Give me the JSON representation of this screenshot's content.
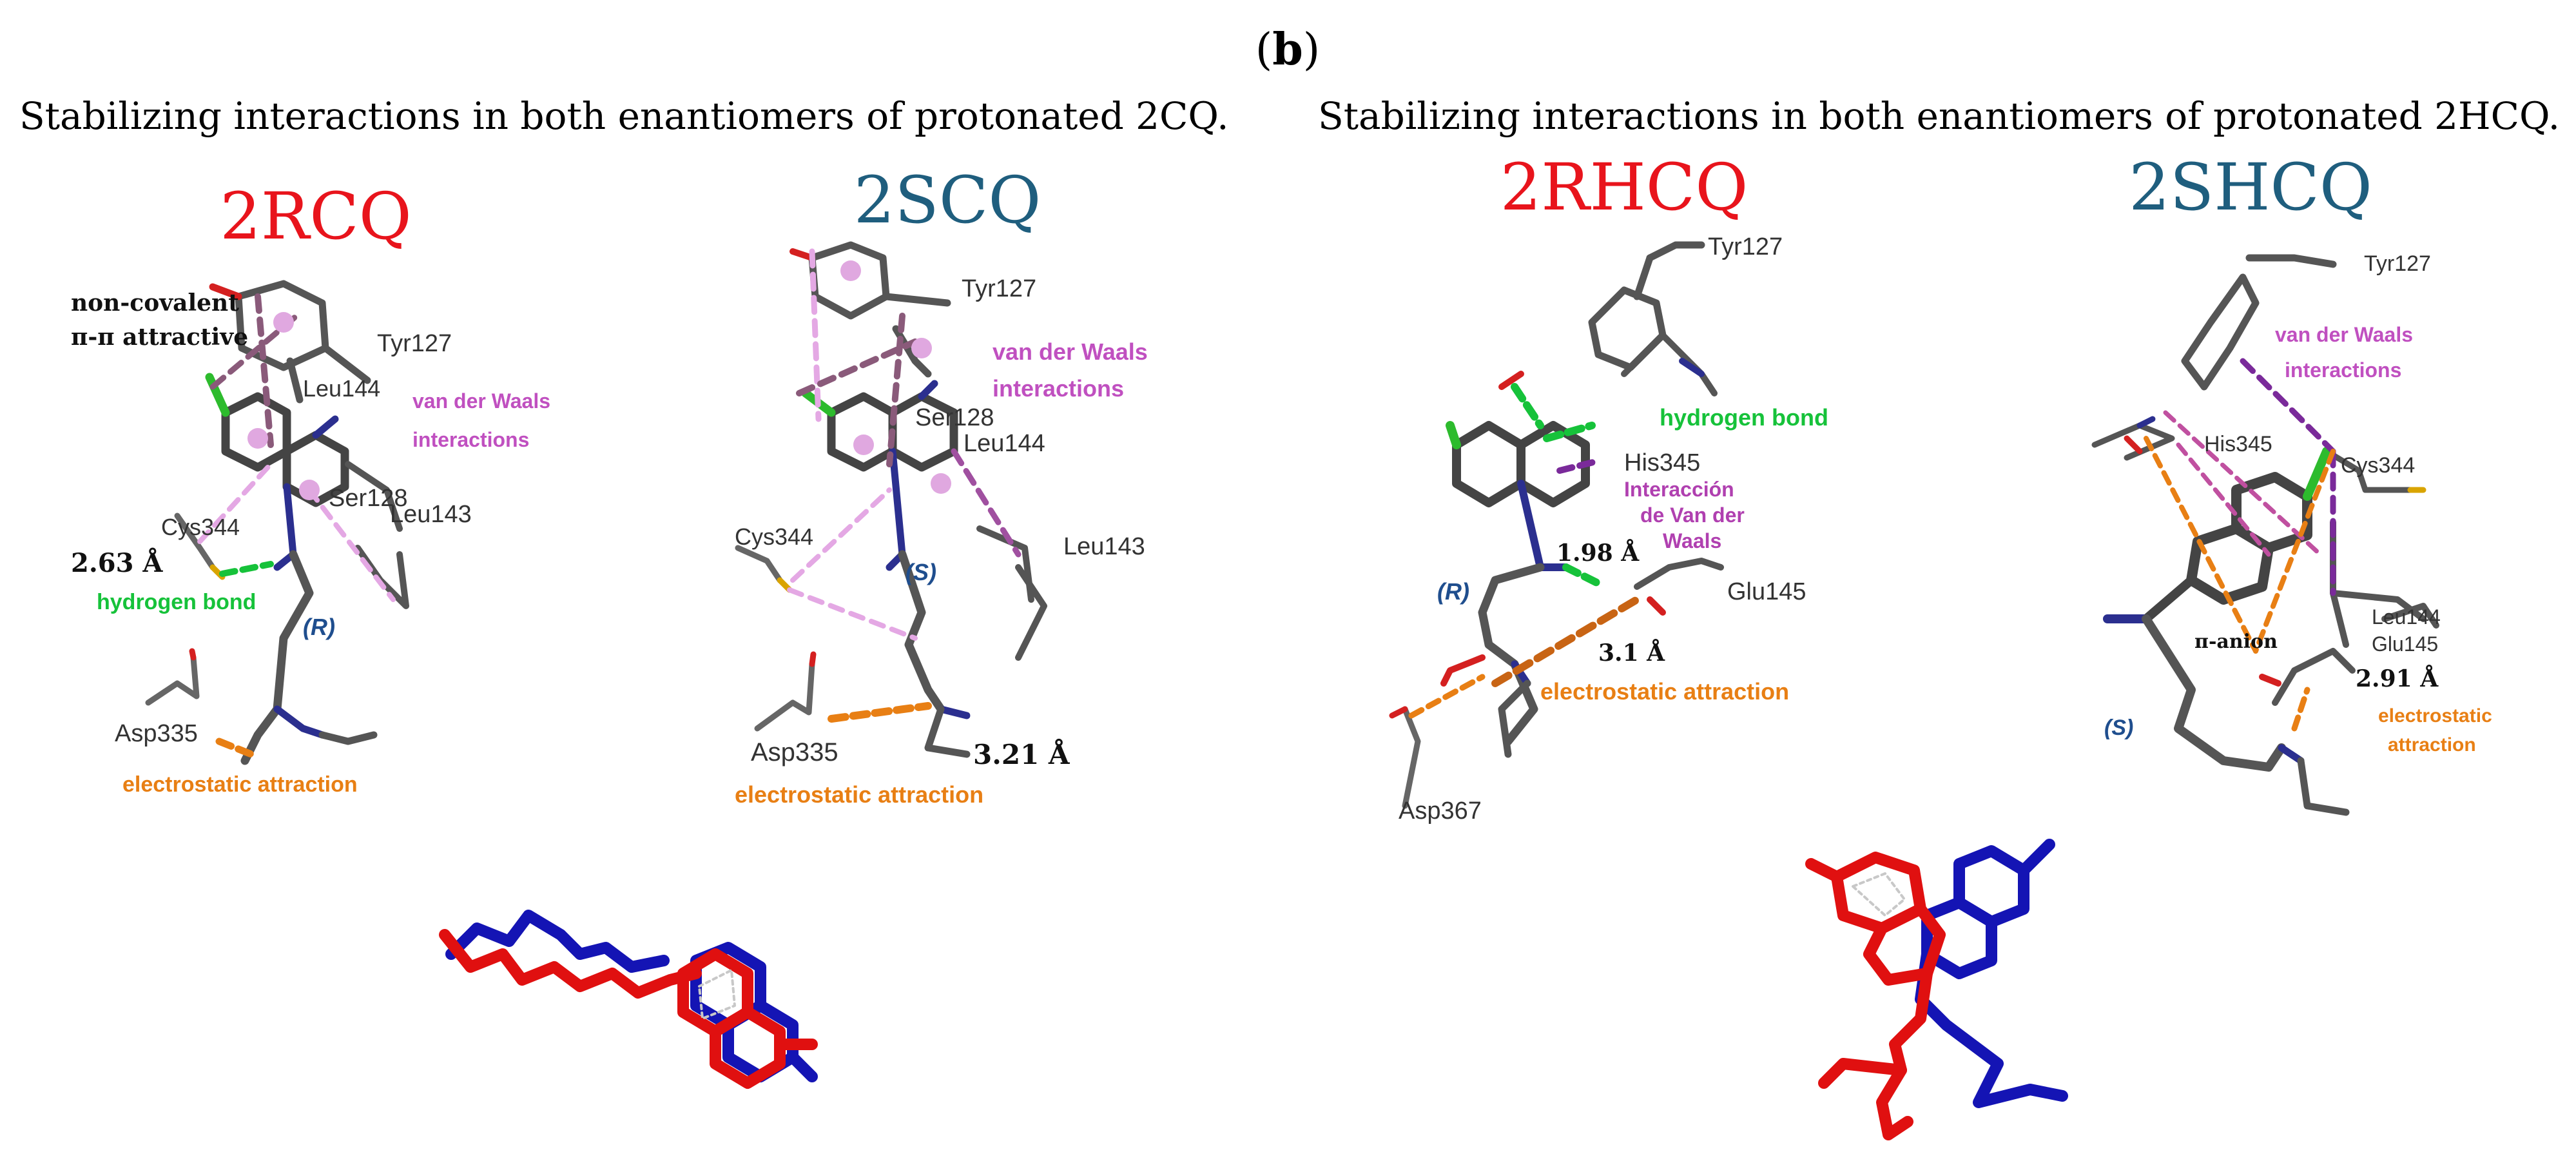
{
  "figure": {
    "panel_label": "b",
    "left_heading": "Stabilizing interactions in both enantiomers of protonated 2CQ.",
    "right_heading": "Stabilizing interactions in both enantiomers of protonated 2HCQ."
  },
  "colors": {
    "r_enantiomer": "#e8141c",
    "s_enantiomer": "#1f5e7e",
    "carbon": "#4a4a4a",
    "nitrogen": "#2b2f8f",
    "oxygen": "#d42020",
    "chlorine": "#2dbb2d",
    "sulfur": "#d9a400",
    "hydrogen_bond": "#16c23a",
    "van_der_waals": "#c050c0",
    "van_der_waals_light": "#e4a8e4",
    "pi_pi": "#8a5a7a",
    "electrostatic": "#e87f14",
    "overlay_red": "#e01010",
    "overlay_blue": "#1414b4"
  },
  "panels": {
    "rcq": {
      "title": "2RCQ",
      "labels": {
        "non_covalent_1": "non-covalent",
        "non_covalent_2": "π-π attractive",
        "tyr127": "Tyr127",
        "leu144": "Leu144",
        "vdw_1": "van der Waals",
        "vdw_2": "interactions",
        "ser128": "Ser128",
        "leu143": "Leu143",
        "cys344": "Cys344",
        "distance": "2.63 Å",
        "hbond": "hydrogen bond",
        "stereo": "(R)",
        "asp335": "Asp335",
        "electrostatic": "electrostatic attraction"
      }
    },
    "scq": {
      "title": "2SCQ",
      "labels": {
        "tyr127": "Tyr127",
        "vdw_1": "van der Waals",
        "vdw_2": "interactions",
        "ser128": "Ser128",
        "leu144": "Leu144",
        "leu143": "Leu143",
        "cys344": "Cys344",
        "stereo": "(S)",
        "asp335": "Asp335",
        "distance": "3.21 Å",
        "electrostatic": "electrostatic attraction"
      }
    },
    "rhcq": {
      "title": "2RHCQ",
      "labels": {
        "tyr127": "Tyr127",
        "hbond": "hydrogen bond",
        "his345": "His345",
        "vdw_1": "Interacción",
        "vdw_2": "de Van der",
        "vdw_3": "Waals",
        "distance_1": "1.98 Å",
        "glu145": "Glu145",
        "stereo": "(R)",
        "distance_2": "3.1 Å",
        "electrostatic": "electrostatic attraction",
        "asp367": "Asp367"
      }
    },
    "shcq": {
      "title": "2SHCQ",
      "labels": {
        "tyr127": "Tyr127",
        "vdw_1": "van der Waals",
        "vdw_2": "interactions",
        "his345": "His345",
        "cys344": "Cys344",
        "leu144": "Leu144",
        "glu145": "Glu145",
        "pi_anion": "π-anion",
        "distance": "2.91 Å",
        "stereo": "(S)",
        "electrostatic_1": "electrostatic",
        "electrostatic_2": "attraction"
      }
    }
  }
}
